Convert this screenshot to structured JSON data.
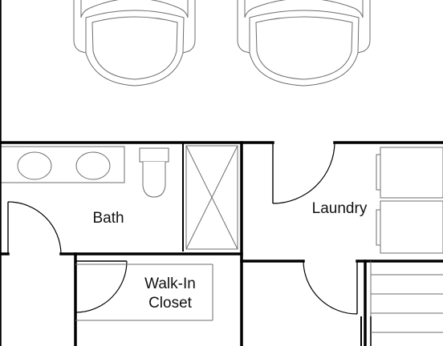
{
  "rooms": {
    "bath": "Bath",
    "laundry": "Laundry",
    "closet_line1": "Walk-In",
    "closet_line2": "Closet"
  },
  "colors": {
    "wall": "#000000",
    "fixture": "#6e6e6e",
    "background": "#ffffff"
  }
}
